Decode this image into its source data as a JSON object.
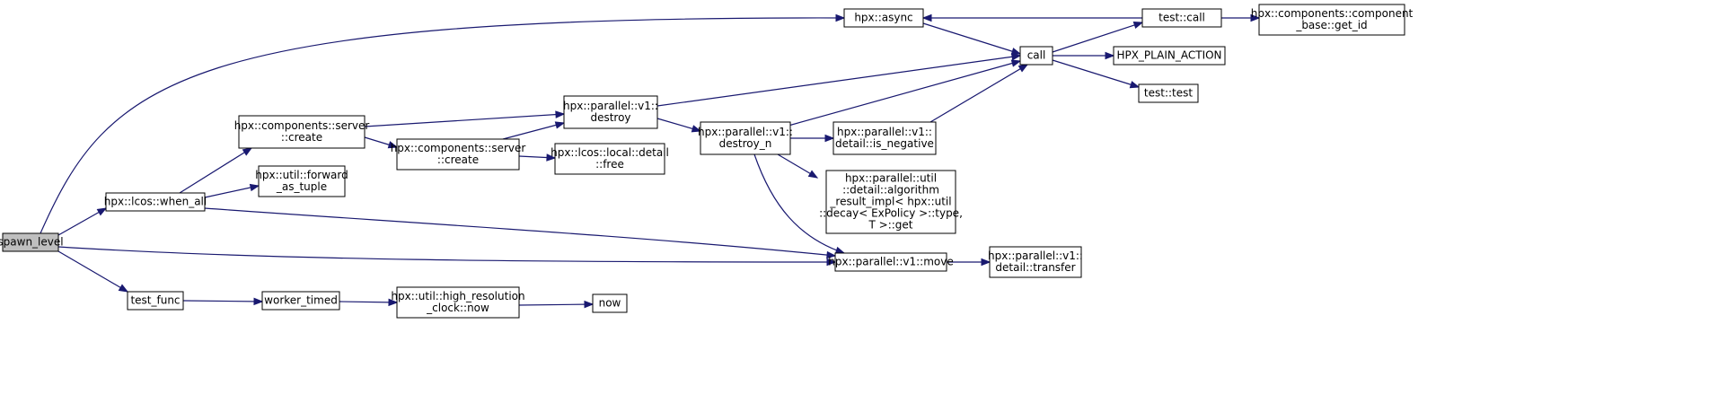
{
  "graph": {
    "title": "",
    "nodes": [
      {
        "id": "spawn_level",
        "lines": [
          "spawn_level"
        ],
        "current": true
      },
      {
        "id": "hpx_async",
        "lines": [
          "hpx::async"
        ]
      },
      {
        "id": "lcos_when_all",
        "lines": [
          "hpx::lcos::when_all"
        ]
      },
      {
        "id": "test_func",
        "lines": [
          "test_func"
        ]
      },
      {
        "id": "v1_move",
        "lines": [
          "hpx::parallel::v1::move"
        ]
      },
      {
        "id": "server_create_1",
        "lines": [
          "hpx::components::server",
          "::create"
        ]
      },
      {
        "id": "forward_as_tuple",
        "lines": [
          "hpx::util::forward",
          "_as_tuple"
        ]
      },
      {
        "id": "server_create_2",
        "lines": [
          "hpx::components::server",
          "::create"
        ]
      },
      {
        "id": "v1_destroy",
        "lines": [
          "hpx::parallel::v1::",
          "destroy"
        ]
      },
      {
        "id": "local_detail_free",
        "lines": [
          "hpx::lcos::local::detail",
          "::free"
        ]
      },
      {
        "id": "v1_destroy_n",
        "lines": [
          "hpx::parallel::v1::",
          "destroy_n"
        ]
      },
      {
        "id": "call",
        "lines": [
          "call"
        ]
      },
      {
        "id": "is_negative",
        "lines": [
          "hpx::parallel::v1::",
          "detail::is_negative"
        ]
      },
      {
        "id": "algorithm_result",
        "lines": [
          "hpx::parallel::util",
          "::detail::algorithm",
          "_result_impl< hpx::util",
          "::decay< ExPolicy >::type,",
          "T >::get"
        ]
      },
      {
        "id": "test_call",
        "lines": [
          "test::call"
        ]
      },
      {
        "id": "get_id",
        "lines": [
          "hpx::components::component",
          "_base::get_id"
        ]
      },
      {
        "id": "hpx_plain_action",
        "lines": [
          "HPX_PLAIN_ACTION"
        ]
      },
      {
        "id": "test_test",
        "lines": [
          "test::test"
        ]
      },
      {
        "id": "detail_transfer",
        "lines": [
          "hpx::parallel::v1::",
          "detail::transfer"
        ]
      },
      {
        "id": "worker_timed",
        "lines": [
          "worker_timed"
        ]
      },
      {
        "id": "hrc_now",
        "lines": [
          "hpx::util::high_resolution",
          "_clock::now"
        ]
      },
      {
        "id": "now",
        "lines": [
          "now"
        ]
      }
    ],
    "edges": [
      {
        "from": "spawn_level",
        "to": "hpx_async"
      },
      {
        "from": "spawn_level",
        "to": "lcos_when_all"
      },
      {
        "from": "spawn_level",
        "to": "v1_move"
      },
      {
        "from": "spawn_level",
        "to": "test_func"
      },
      {
        "from": "lcos_when_all",
        "to": "server_create_1"
      },
      {
        "from": "lcos_when_all",
        "to": "forward_as_tuple"
      },
      {
        "from": "lcos_when_all",
        "to": "v1_move"
      },
      {
        "from": "server_create_1",
        "to": "v1_destroy"
      },
      {
        "from": "server_create_1",
        "to": "server_create_2"
      },
      {
        "from": "server_create_2",
        "to": "v1_destroy"
      },
      {
        "from": "server_create_2",
        "to": "local_detail_free"
      },
      {
        "from": "v1_destroy",
        "to": "call"
      },
      {
        "from": "v1_destroy",
        "to": "v1_destroy_n"
      },
      {
        "from": "v1_destroy_n",
        "to": "call"
      },
      {
        "from": "v1_destroy_n",
        "to": "is_negative"
      },
      {
        "from": "v1_destroy_n",
        "to": "algorithm_result"
      },
      {
        "from": "v1_destroy_n",
        "to": "v1_move"
      },
      {
        "from": "is_negative",
        "to": "call"
      },
      {
        "from": "hpx_async",
        "to": "call"
      },
      {
        "from": "call",
        "to": "test_call"
      },
      {
        "from": "call",
        "to": "hpx_plain_action"
      },
      {
        "from": "call",
        "to": "test_test"
      },
      {
        "from": "test_call",
        "to": "hpx_async"
      },
      {
        "from": "test_call",
        "to": "get_id"
      },
      {
        "from": "v1_move",
        "to": "detail_transfer"
      },
      {
        "from": "test_func",
        "to": "worker_timed"
      },
      {
        "from": "worker_timed",
        "to": "hrc_now"
      },
      {
        "from": "hrc_now",
        "to": "now"
      }
    ]
  }
}
